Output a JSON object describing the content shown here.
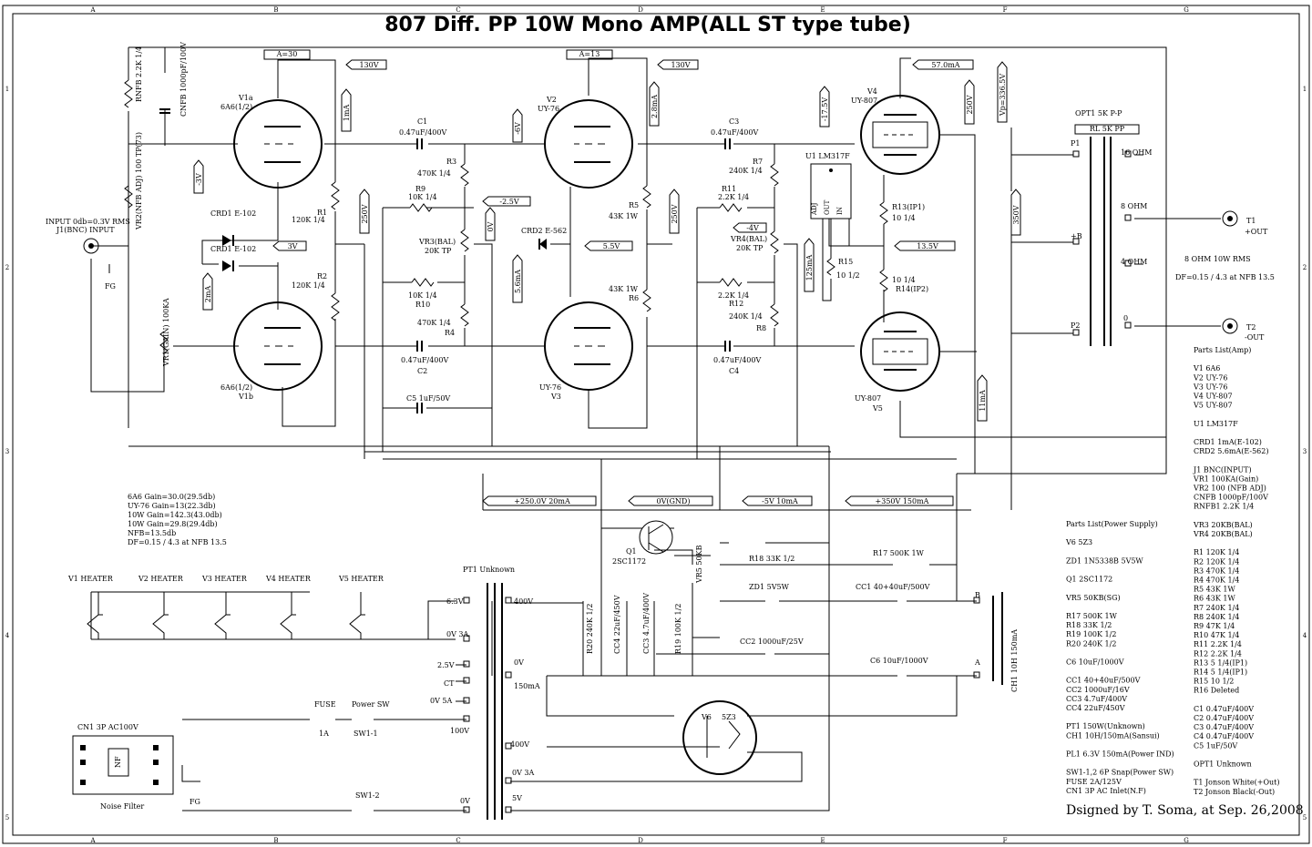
{
  "title": "807 Diff. PP 10W Mono AMP(ALL ST type tube)",
  "signature": "Dsigned by T. Soma, at Sep. 26,2008",
  "border": {
    "cols": [
      "A",
      "B",
      "C",
      "D",
      "E",
      "F",
      "G"
    ],
    "rows": [
      "1",
      "2",
      "3",
      "4",
      "5"
    ]
  },
  "tubes": {
    "v1a": {
      "name": "V1a",
      "type": "6A6(1/2)",
      "gain": "A=30"
    },
    "v1b": {
      "name": "V1b",
      "type": "6A6(1/2)"
    },
    "v2": {
      "name": "V2",
      "type": "UY-76",
      "gain": "A=13"
    },
    "v3": {
      "name": "V3",
      "type": "UY-76"
    },
    "v4": {
      "name": "V4",
      "type": "UY-807"
    },
    "v5": {
      "name": "V5",
      "type": "UY-807"
    },
    "v6": {
      "name": "V6",
      "type": "5Z3"
    }
  },
  "labels": {
    "v1_b_plus": "130V",
    "v2_b_plus": "130V",
    "v4_current": "57.0mA",
    "v1_current": "1mA",
    "v2_current": "2.8mA",
    "v3_volt": "250V",
    "v2_volt": "250V",
    "v4_volt": "250V",
    "vp": "Vp=336.5V",
    "v4_g": "-17.5V",
    "v2_g": "-6V",
    "v1_g": "-3V",
    "v1b_i": "2mA",
    "v2_k": "-2.5V",
    "v2_bal": "0V",
    "v3_k": "5.5V",
    "v3_i": "5.6mA",
    "v4_k": "-4V",
    "u1_i": "125mA",
    "v5_k": "13.5V",
    "v5_i": "11mA",
    "v5_p": "350V",
    "v1_k": "3V",
    "rail1": "+250.0V 20mA",
    "rail2": "0V(GND)",
    "rail3": "-5V 10mA",
    "rail4": "+350V 150mA"
  },
  "components": {
    "rnfb": "RNFB 2.2K 1/4",
    "cnfb": "CNFB 1000pF/100V",
    "c1": "C1",
    "c1v": "0.47uF/400V",
    "c2": "C2",
    "c2v": "0.47uF/400V",
    "c3": "C3",
    "c3v": "0.47uF/400V",
    "c4": "C4",
    "c4v": "0.47uF/400V",
    "c5": "C5  1uF/50V",
    "r1": "R1",
    "r1v": "120K 1/4",
    "r2": "R2",
    "r2v": "120K 1/4",
    "r3": "R3",
    "r3v": "470K 1/4",
    "r4": "R4",
    "r4v": "470K 1/4",
    "r5": "R5",
    "r5v": "43K 1W",
    "r6": "R6",
    "r6v": "43K 1W",
    "r7": "R7",
    "r7v": "240K 1/4",
    "r8": "R8",
    "r8v": "240K 1/4",
    "r9": "R9",
    "r9v": "10K 1/4",
    "r10": "R10",
    "r10v": "10K 1/4",
    "r11": "R11",
    "r11v": "2.2K 1/4",
    "r12": "R12",
    "r12v": "2.2K 1/4",
    "r13": "R13(IP1)",
    "r13v": "10 1/4",
    "r14": "R14(IP2)",
    "r14v": "10 1/4",
    "r15": "R15",
    "r15v": "10 1/2",
    "vr3": "VR3(BAL)",
    "vr3v": "20K TP",
    "vr4": "VR4(BAL)",
    "vr4v": "20K TP",
    "vr2": "VR2(NFB ADJ) 100 TP(73)",
    "vr1": "VR1(GAIN) 100KA",
    "crd1": "CRD1  E-102",
    "crd1b": "CRD1  E-102",
    "crd2": "CRD2  E-562",
    "u1": "U1 LM317F",
    "u1_adj": "ADJ",
    "u1_out": "OUT",
    "u1_in": "IN",
    "input": "INPUT 0db=0.3V RMS",
    "j1": "J1(BNC)  INPUT",
    "fg": "FG",
    "opt1": "OPT1 5K P-P",
    "opt1b": "RL 5K PP",
    "p1": "P1",
    "p2": "P2",
    "bplus": "+B",
    "o16": "16 OHM",
    "o8": "8 OHM",
    "o4": "4 OHM",
    "o0": "0",
    "t1": "T1",
    "t1s": "+OUT",
    "t2": "T2",
    "t2s": "-OUT",
    "out_spec1": "8 OHM 10W RMS",
    "out_spec2": "DF=0.15 / 4.3 at NFB 13.5",
    "q1": "Q1",
    "q1v": "2SC1172",
    "r18": "R18  33K 1/2",
    "r17": "R17   500K 1W",
    "cc1": "CC1   40+40uF/500V",
    "zd1": "ZD1    5V5W",
    "vr5": "VR5 50KB",
    "cc2": "CC2  1000uF/25V",
    "c6": "C6   10uF/1000V",
    "r20": "R20  240K 1/2",
    "cc4": "CC4 22uF/450V",
    "cc3": "CC3 4.7uF/400V",
    "r19": "R19  100K 1/2",
    "ch1": "CH1  10H 150mA",
    "cha": "A",
    "chb": "B",
    "pt1": "PT1 Unknown",
    "v6p3": "6.3V",
    "v0a": "0V  3A",
    "v25": "2.5V",
    "vct": "CT",
    "v05": "0V  5A",
    "v400": "400V",
    "v0": "0V",
    "v150": "150mA",
    "v100": "100V",
    "v400b": "400V",
    "v03a": "0V   3A",
    "v5v": "5V",
    "v0b": "0V",
    "fuse": "FUSE",
    "fuse_v": "1A",
    "powsw": "Power SW",
    "sw1": "SW1-1",
    "sw2": "SW1-2",
    "cn1": "CN1    3P AC100V",
    "nf": "NF",
    "noise": "Noise Filter",
    "h1": "V1  HEATER",
    "h2": "V2   HEATER",
    "h3": "V3   HEATER",
    "h4": "V4   HEATER",
    "h5": "V5   HEATER"
  },
  "gain_notes": [
    "6A6 Gain=30.0(29.5db)",
    "UY-76 Gain=13(22.3db)",
    "10W Gain=142.3(43.0db)",
    "10W Gain=29.8(29.4db)",
    "NFB=13.5db",
    "DF=0.15 / 4.3 at NFB 13.5"
  ],
  "parts_amp": [
    "Parts List(Amp)",
    "",
    "V1 6A6",
    "V2 UY-76",
    "V3 UY-76",
    "V4 UY-807",
    "V5 UY-807",
    "",
    "U1 LM317F",
    "",
    "CRD1 1mA(E-102)",
    "CRD2 5.6mA(E-562)",
    "",
    "J1 BNC(INPUT)",
    "VR1 100KA(Gain)",
    "VR2 100 (NFB ADJ)",
    "CNFB 1000pF/100V",
    "RNFB1 2.2K 1/4",
    "",
    "VR3 20KB(BAL)",
    "VR4 20KB(BAL)",
    "",
    "R1 120K 1/4",
    "R2 120K 1/4",
    "R3 470K 1/4",
    "R4 470K 1/4",
    "R5 43K 1W",
    "R6 43K 1W",
    "R7 240K 1/4",
    "R8 240K 1/4",
    "R9 47K 1/4",
    "R10 47K 1/4",
    "R11 2.2K 1/4",
    "R12 2.2K 1/4",
    "R13 5 1/4(IP1)",
    "R14 5 1/4(IP1)",
    "R15 10 1/2",
    "R16 Deleted",
    "",
    "C1 0.47uF/400V",
    "C2 0.47uF/400V",
    "C3 0.47uF/400V",
    "C4 0.47uF/400V",
    "C5 1uF/50V",
    "",
    "OPT1 Unknown",
    "",
    "T1 Jonson White(+Out)",
    "T2 Jonson Black(-Out)"
  ],
  "parts_ps": [
    "Parts List(Power Supply)",
    "",
    "V6 5Z3",
    "",
    "ZD1 1N5338B 5V5W",
    "",
    "Q1 2SC1172",
    "",
    "VR5 50KB(SG)",
    "",
    "R17 500K 1W",
    "R18 33K 1/2",
    "R19 100K 1/2",
    "R20 240K 1/2",
    "",
    "C6 10uF/1000V",
    "",
    "CC1 40+40uF/500V",
    "CC2 1000uF/16V",
    "CC3 4.7uF/400V",
    "CC4 22uF/450V",
    "",
    "PT1 150W(Unknown)",
    "CH1 10H/150mA(Sansui)",
    "",
    "PL1 6.3V 150mA(Power IND)",
    "",
    "SW1-1,2 6P Snap(Power SW)",
    "FUSE 2A/125V",
    "CN1 3P AC Inlet(N.F)"
  ]
}
